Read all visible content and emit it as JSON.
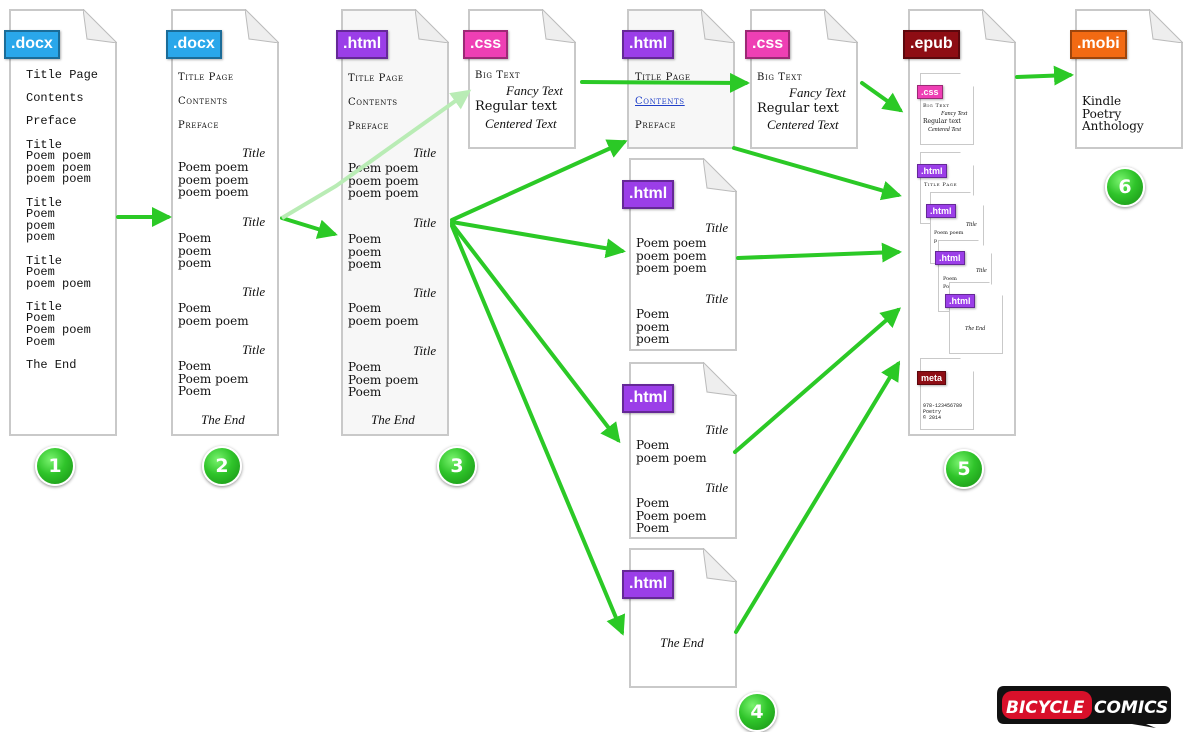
{
  "labels": {
    "docx": ".docx",
    "html": ".html",
    "css": ".css",
    "epub": ".epub",
    "mobi": ".mobi",
    "meta": "meta"
  },
  "doc1_lines": "Title Page\n\nContents\n\nPreface\n\nTitle\nPoem poem\npoem poem\npoem poem\n\nTitle\nPoem\npoem\npoem\n\nTitle\nPoem\npoem poem\n\nTitle\nPoem\nPoem poem\nPoem\n\nThe End",
  "toc": {
    "title_page": "Title Page",
    "contents": "Contents",
    "preface": "Preface"
  },
  "poems": {
    "title": "Title",
    "poem1": "Poem poem\npoem poem\npoem poem",
    "poem2": "Poem\npoem\npoem",
    "poem3": "Poem\npoem poem",
    "poem4": "Poem\nPoem poem\nPoem",
    "the_end": "The End"
  },
  "css_styles": {
    "big_text": "Big Text",
    "fancy_text": "Fancy Text",
    "regular_text": "Regular text",
    "centered_text": "Centered Text"
  },
  "mobi_text": "Kindle\nPoetry\nAnthology",
  "meta_text": "978-123456789\nPoetry\n© 2014",
  "epub_mini": {
    "poem_poem": "Poem poem",
    "p": "p",
    "poem": "Poem",
    "po": "Po"
  },
  "steps": [
    "1",
    "2",
    "3",
    "4",
    "5",
    "6"
  ],
  "logo": {
    "left": "BICYCLE",
    "right": "COMICS"
  },
  "colors": {
    "arrow": "#2fd62a",
    "docx": "#2aa7ea",
    "html": "#9b3ee8",
    "css": "#ee3fb4",
    "epub": "#8e0d14",
    "mobi": "#f26a13"
  }
}
